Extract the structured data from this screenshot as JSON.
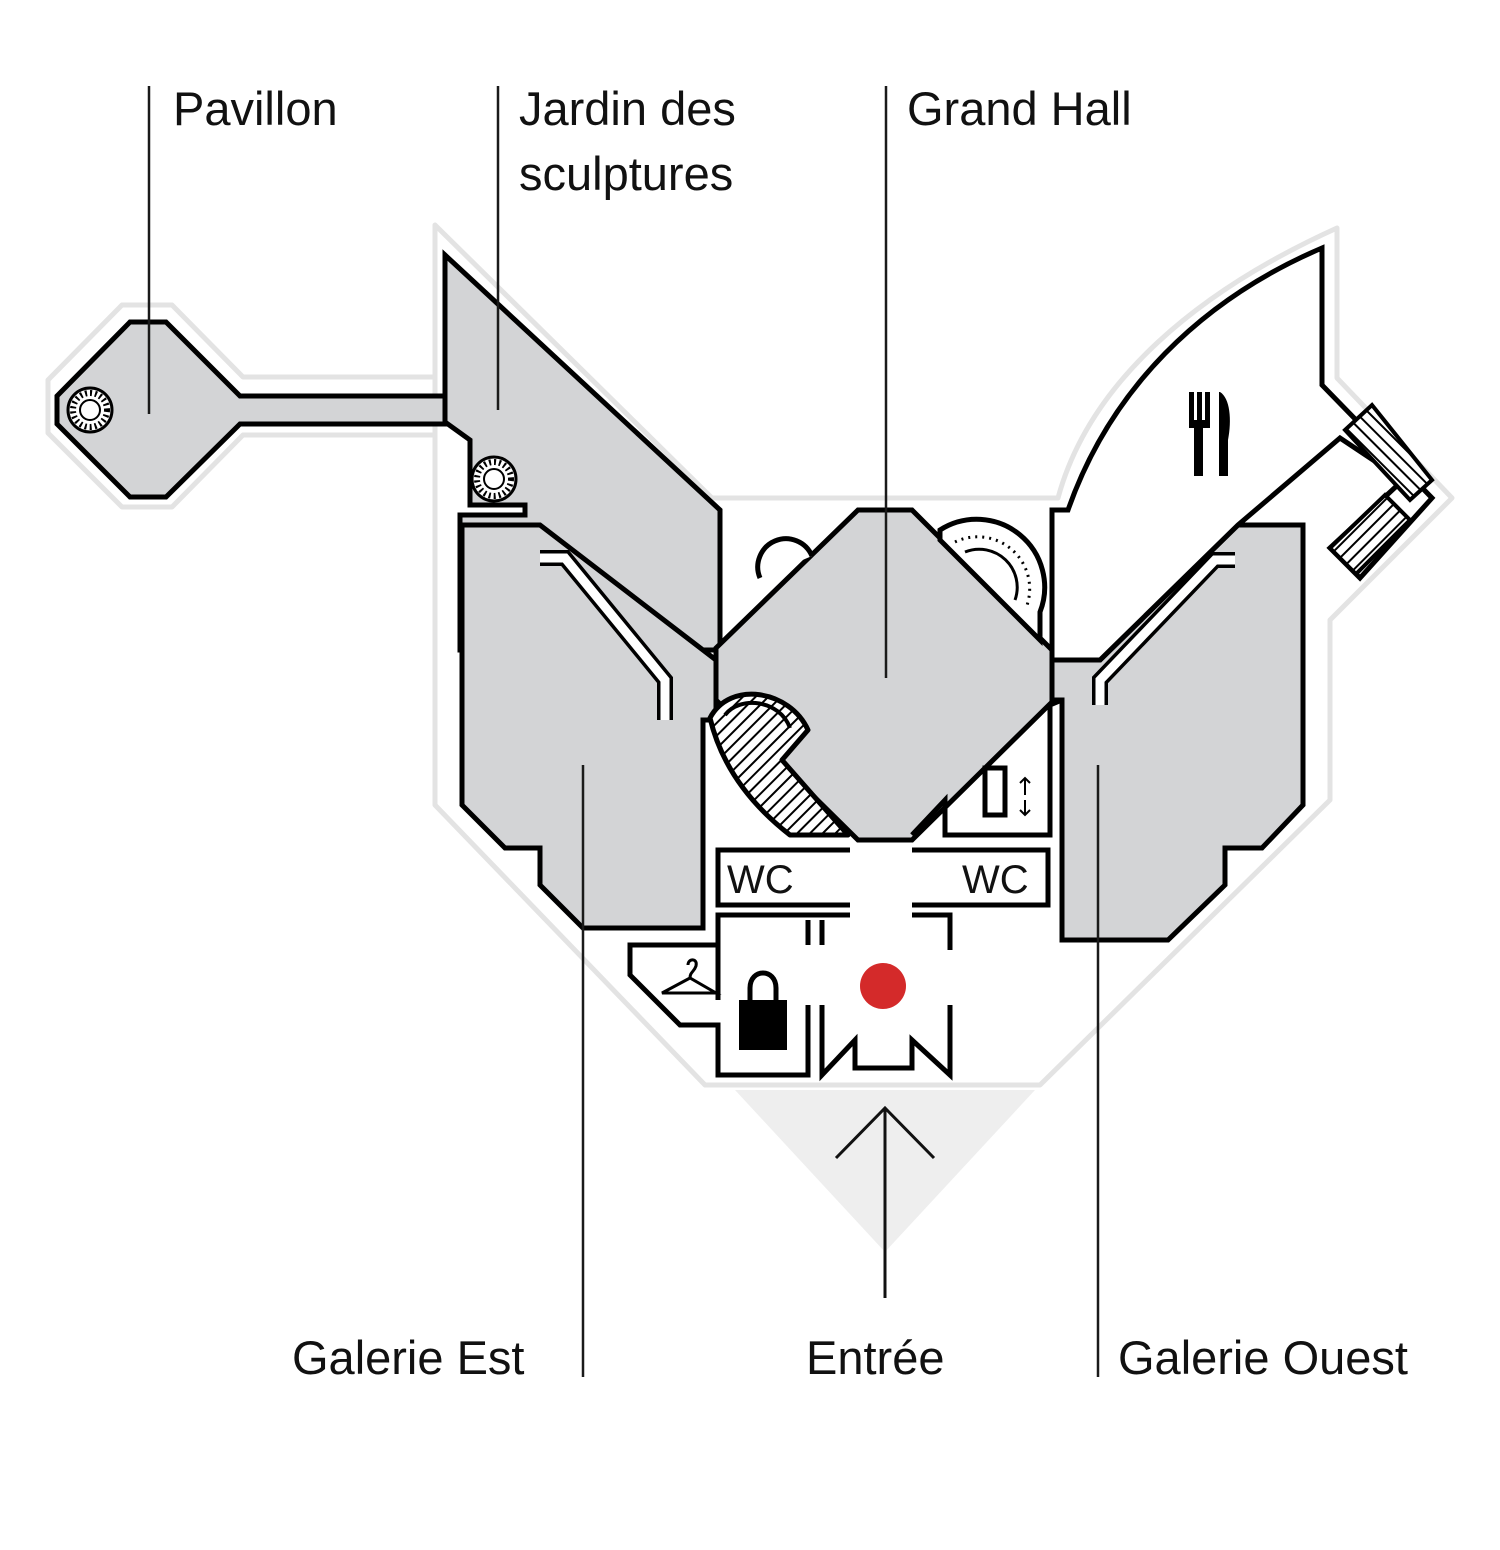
{
  "map": {
    "labels": {
      "pavillon": "Pavillon",
      "jardin_line1": "Jardin des",
      "jardin_line2": "sculptures",
      "grand_hall": "Grand Hall",
      "galerie_est": "Galerie Est",
      "entree": "Entrée",
      "galerie_ouest": "Galerie Ouest"
    },
    "restrooms": {
      "left": "WC",
      "right": "WC"
    },
    "icons": [
      "spiral-staircase-icon",
      "restaurant-icon",
      "elevator-icon",
      "cloakroom-icon",
      "shop-icon",
      "location-marker-icon",
      "entrance-arrow-icon"
    ],
    "colors": {
      "gallery_fill": "#d3d4d6",
      "outline_halo": "#e2e2e2",
      "entrance_plaza": "#eeeeee",
      "wall": "#000000",
      "current_location": "#d42a2a"
    }
  }
}
